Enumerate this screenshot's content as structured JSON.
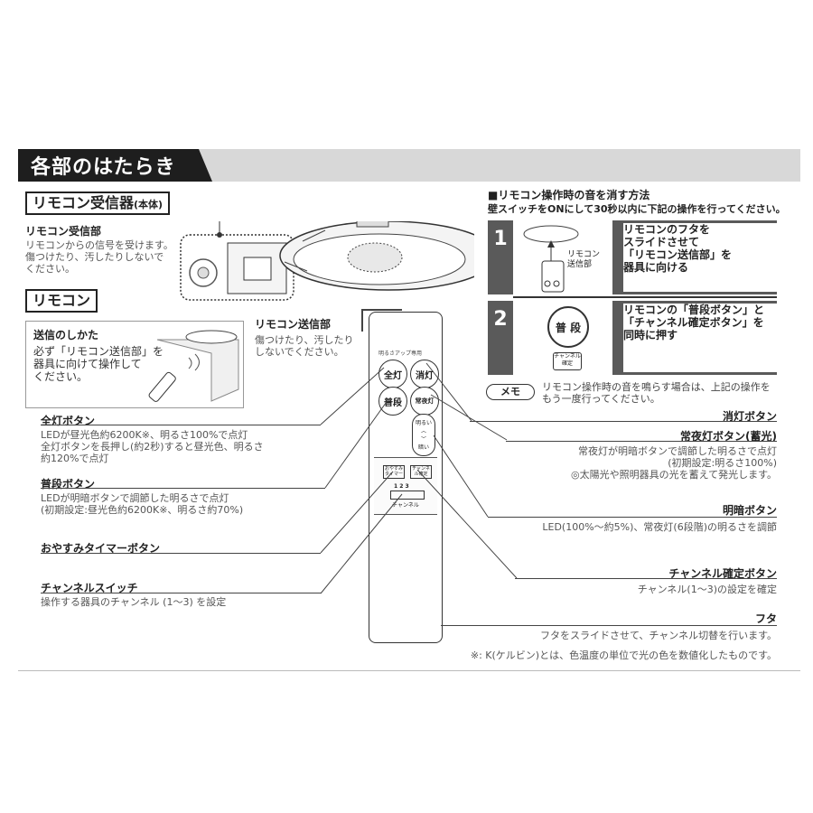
{
  "header": {
    "title": "各部のはたらき"
  },
  "receiver_section": {
    "tag": "リモコン受信器",
    "tag_sub": "(本体)",
    "item_title": "リモコン受信部",
    "item_desc": [
      "リモコンからの信号を受けます。",
      "傷つけたり、汚したりしないで",
      "ください。"
    ]
  },
  "remote_section": {
    "tag": "リモコン",
    "send_title": "送信のしかた",
    "send_desc": [
      "必ず「リモコン送信部」を",
      "器具に向けて操作して",
      "ください。"
    ]
  },
  "transmitter": {
    "title": "リモコン送信部",
    "desc": [
      "傷つけたり、汚したり",
      "しないでください。"
    ]
  },
  "remote_buttons": {
    "top_note": "明るさアップ専用",
    "zentou": "全灯",
    "shoutou": "消灯",
    "fudan": "普段",
    "jouyatou": "常夜灯",
    "akarui": "明るい",
    "kurai": "暗い",
    "timer": "おやすみタイマー",
    "ch_confirm": "チャンネル確定",
    "ch_numbers": "1 2 3",
    "ch_label": "チャンネル"
  },
  "left_items": [
    {
      "title": "全灯ボタン",
      "desc": [
        "LEDが昼光色約6200K※、明るさ100%で点灯",
        "全灯ボタンを長押し(約2秒)すると昼光色、明るさ",
        "約120%で点灯"
      ]
    },
    {
      "title": "普段ボタン",
      "desc": [
        "LEDが明暗ボタンで調節した明るさで点灯",
        "(初期設定:昼光色約6200K※、明るさ約70%)"
      ]
    },
    {
      "title": "おやすみタイマーボタン",
      "desc": []
    },
    {
      "title": "チャンネルスイッチ",
      "desc": [
        "操作する器具のチャンネル (1〜3) を設定"
      ]
    }
  ],
  "right_items": [
    {
      "title": "消灯ボタン",
      "desc": []
    },
    {
      "title": "常夜灯ボタン(蓄光)",
      "desc": [
        "常夜灯が明暗ボタンで調節した明るさで点灯",
        "(初期設定:明るさ100%)",
        "◎太陽光や照明器具の光を蓄えて発光します。"
      ]
    },
    {
      "title": "明暗ボタン",
      "desc": [
        "LED(100%〜約5%)、常夜灯(6段階)の明るさを調節"
      ]
    },
    {
      "title": "チャンネル確定ボタン",
      "desc": [
        "チャンネル(1〜3)の設定を確定"
      ]
    },
    {
      "title": "フタ",
      "desc": [
        "フタをスライドさせて、チャンネル切替を行います。"
      ]
    }
  ],
  "footnote": "※: K(ケルビン)とは、色温度の単位で光の色を数値化したものです。",
  "mute": {
    "title": "■リモコン操作時の音を消す方法",
    "subtitle": "壁スイッチをONにして30秒以内に下記の操作を行ってください。",
    "steps": [
      {
        "num": "1",
        "lines": [
          "リモコンのフタを",
          "スライドさせて",
          "「リモコン送信部」を",
          "器具に向ける"
        ],
        "fig_label": [
          "リモコン",
          "送信部"
        ]
      },
      {
        "num": "2",
        "lines": [
          "リモコンの「普段ボタン」と",
          "「チャンネル確定ボタン」を",
          "同時に押す"
        ],
        "fig_button": "普 段",
        "fig_button2": [
          "チャンネル",
          "確定"
        ]
      }
    ],
    "memo_tag": "メモ",
    "memo_text": [
      "リモコン操作時の音を鳴らす場合は、上記の操作を",
      "もう一度行ってください。"
    ]
  }
}
